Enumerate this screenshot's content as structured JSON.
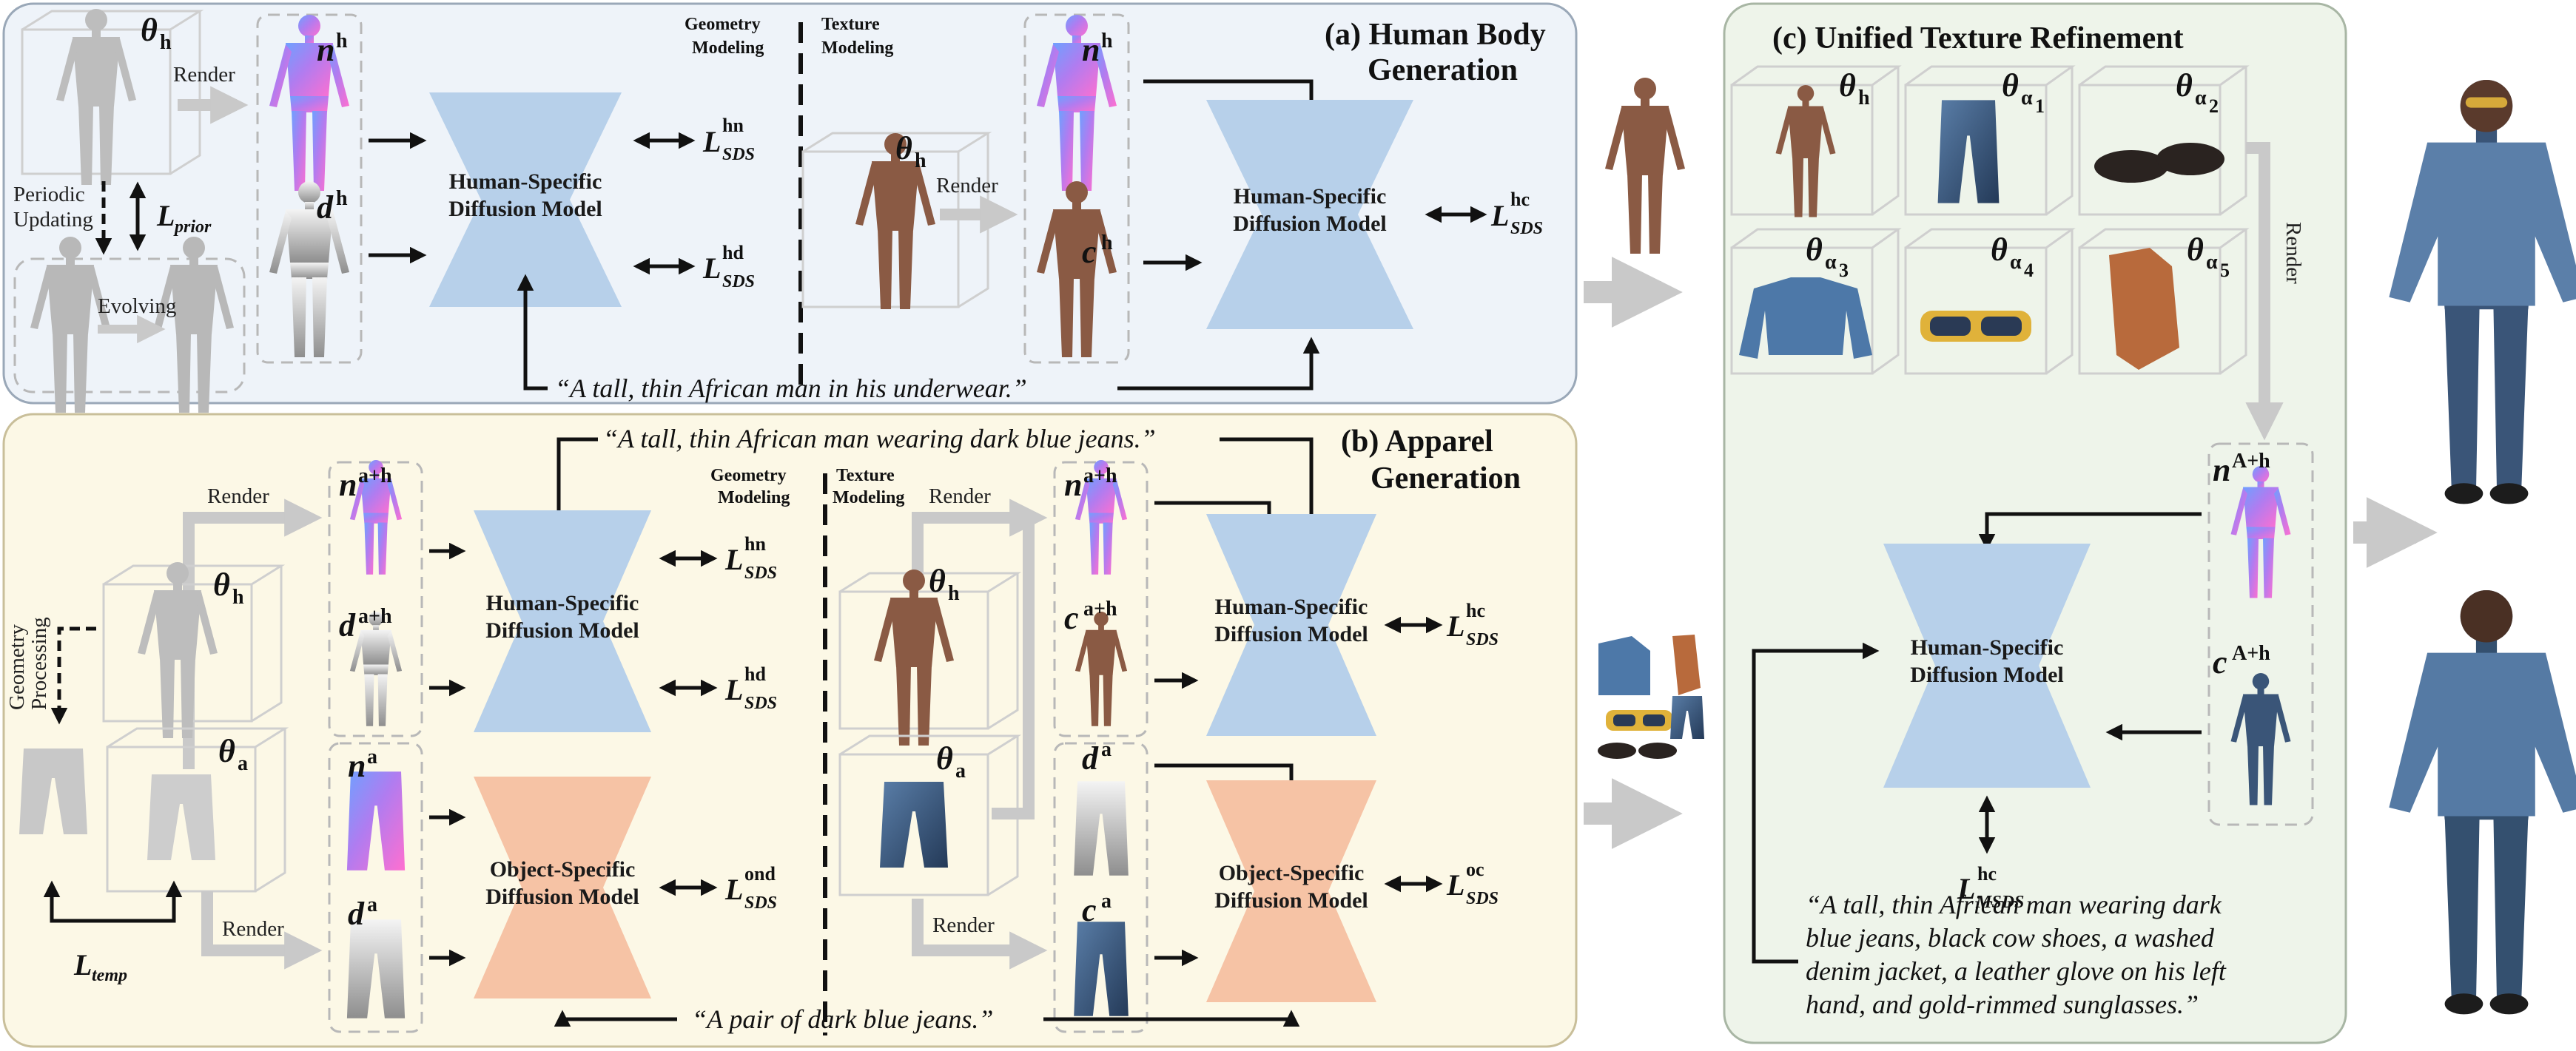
{
  "panels": {
    "body": {
      "title_line1": "(a) Human Body",
      "title_line2": "Generation"
    },
    "apparel": {
      "title_line1": "(b) Apparel",
      "title_line2": "Generation"
    },
    "refine": {
      "title": "(c) Unified Texture Refinement"
    }
  },
  "labels": {
    "render": "Render",
    "periodic_1": "Periodic",
    "periodic_2": "Updating",
    "evolving": "Evolving",
    "geometry_1": "Geometry",
    "modeling": "Modeling",
    "texture_1": "Texture",
    "geom_proc_1": "Geometry",
    "geom_proc_2": "Processing"
  },
  "models": {
    "human_1": "Human-Specific",
    "human_2": "Diffusion Model",
    "object_1": "Object-Specific",
    "object_2": "Diffusion Model"
  },
  "symbols": {
    "theta": "θ",
    "h": "h",
    "a": "a",
    "n": "n",
    "d": "d",
    "c": "c",
    "a_plus_h": "a+h",
    "A_plus_h": "A+h",
    "alpha": "α",
    "idx": [
      "1",
      "2",
      "3",
      "4",
      "5"
    ],
    "L": "L",
    "prior": "prior",
    "temp": "temp"
  },
  "losses": {
    "sds": "SDS",
    "msds": "MSDS",
    "hn": "hn",
    "hd": "hd",
    "hc": "hc",
    "ond": "ond",
    "oc": "oc"
  },
  "prompts": {
    "body": "“A tall, thin African man in his underwear.”",
    "apparel_top": "“A tall, thin African man wearing dark blue jeans.”",
    "apparel_bottom": "“A pair of dark blue jeans.”",
    "refine_1": "“A tall, thin African man wearing dark",
    "refine_2": "blue jeans, black cow shoes, a washed",
    "refine_3": "denim jacket, a leather glove on his left",
    "refine_4": "hand, and gold-rimmed sunglasses.”"
  },
  "colors": {
    "panel_a_bg": "#eef3f9",
    "panel_b_bg": "#fcf8e6",
    "panel_c_bg": "#eef4ea",
    "human_model": "#b7d0ea",
    "object_model": "#f6c3a5",
    "skin": "#8a5a44",
    "normal_map": "#8a7fe8",
    "gray_mesh": "#bdbdbd",
    "denim": "#3a5578"
  }
}
